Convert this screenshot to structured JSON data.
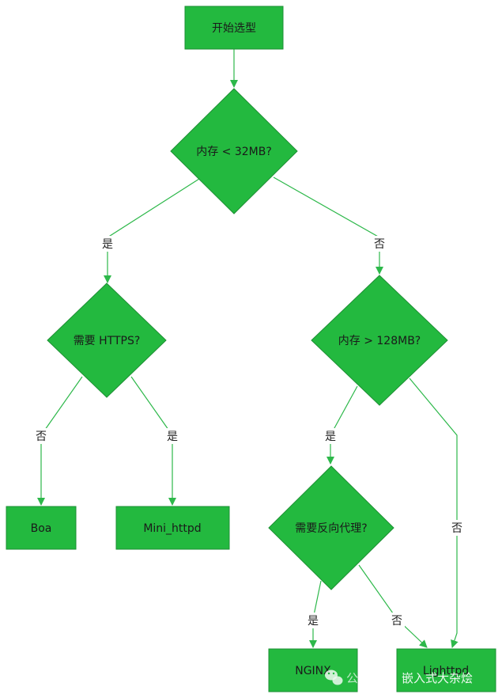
{
  "colors": {
    "node_fill": "#23b93f",
    "node_stroke": "#1e8f34",
    "edge": "#2db84a",
    "label_bg": "#ffffff"
  },
  "nodes": {
    "start": "开始选型",
    "mem32": "内存 < 32MB?",
    "https": "需要 HTTPS?",
    "mem128": "内存 > 128MB?",
    "boa": "Boa",
    "mini_httpd": "Mini_httpd",
    "reverse_proxy": "需要反向代理?",
    "nginx": "NGINX",
    "lighttpd": "Lighttpd"
  },
  "edge_labels": {
    "mem32_yes": "是",
    "mem32_no": "否",
    "https_no": "否",
    "https_yes": "是",
    "mem128_yes": "是",
    "mem128_no": "否",
    "proxy_yes": "是",
    "proxy_no": "否"
  },
  "watermark": {
    "prefix": "公众号",
    "name": "嵌入式大杂烩",
    "icon": "wechat-icon"
  }
}
